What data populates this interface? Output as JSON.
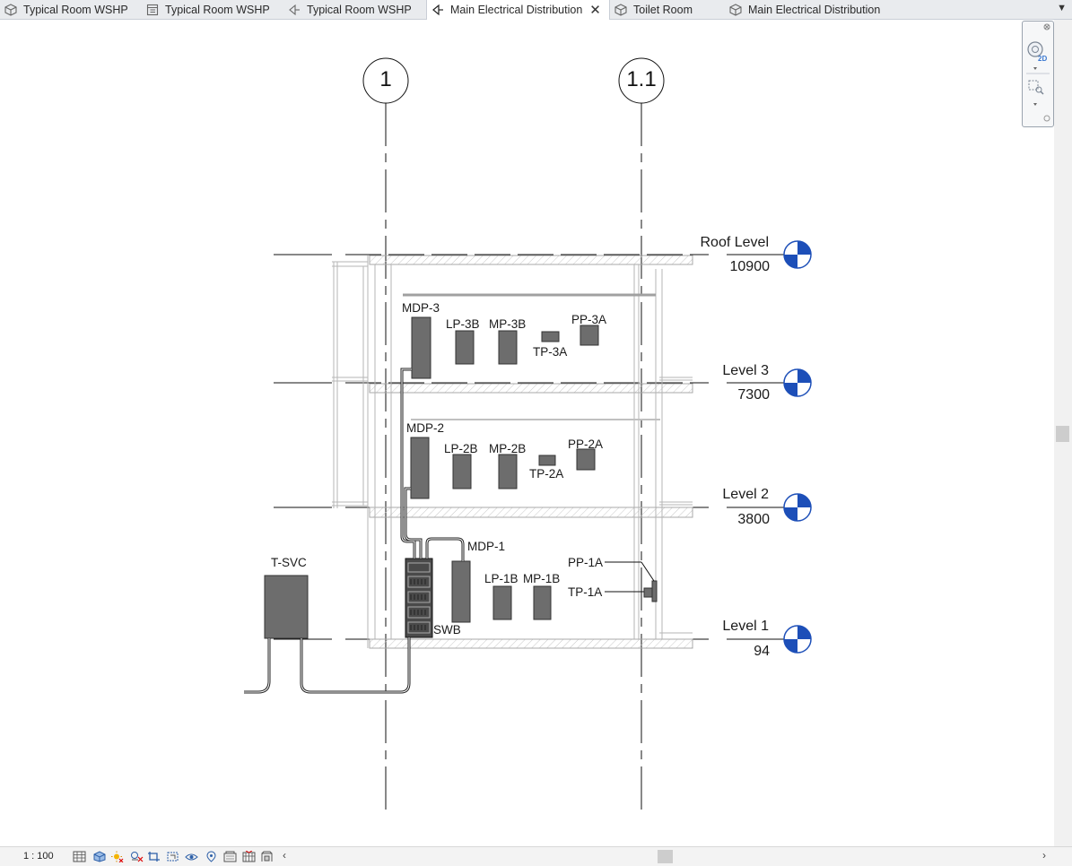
{
  "tabs": [
    {
      "label": "Typical Room WSHP",
      "icon": "3d-view-icon",
      "active": false
    },
    {
      "label": "Typical Room WSHP",
      "icon": "sheet-icon",
      "active": false
    },
    {
      "label": "Typical Room WSHP",
      "icon": "section-view-icon",
      "active": false
    },
    {
      "label": "Main Electrical Distribution",
      "icon": "section-view-icon",
      "active": true,
      "close": "✕"
    },
    {
      "label": "Toilet Room",
      "icon": "3d-view-icon",
      "active": false
    },
    {
      "label": "Main Electrical Distribution",
      "icon": "3d-view-icon",
      "active": false
    }
  ],
  "tab_overflow": "▼",
  "grids": [
    {
      "label": "1"
    },
    {
      "label": "1.1"
    }
  ],
  "levels": [
    {
      "name": "Roof Level",
      "elevation": "10900"
    },
    {
      "name": "Level 3",
      "elevation": "7300"
    },
    {
      "name": "Level 2",
      "elevation": "3800"
    },
    {
      "name": "Level 1",
      "elevation": "94"
    }
  ],
  "equipment": {
    "mdp3": "MDP-3",
    "lp3b": "LP-3B",
    "mp3b": "MP-3B",
    "tp3a": "TP-3A",
    "pp3a": "PP-3A",
    "mdp2": "MDP-2",
    "lp2b": "LP-2B",
    "mp2b": "MP-2B",
    "tp2a": "TP-2A",
    "pp2a": "PP-2A",
    "mdp1": "MDP-1",
    "lp1b": "LP-1B",
    "mp1b": "MP-1B",
    "pp1a": "PP-1A",
    "tp1a": "TP-1A",
    "swb": "SWB",
    "tsvc": "T-SVC"
  },
  "navbar": {
    "steering_wheel": "2D",
    "zoom": "zoom-icon"
  },
  "status": {
    "scale": "1 : 100",
    "icons": [
      "detail-level-icon",
      "visual-style-icon",
      "sun-path-icon",
      "shadows-icon",
      "crop-view-icon",
      "show-crop-icon",
      "temporary-hide-icon",
      "reveal-hidden-icon",
      "analysis-icon",
      "highlight-displacement-icon",
      "locked-3d-icon",
      "worksharing-icon",
      "constraints-icon"
    ],
    "scroll_left": "‹",
    "scroll_right": "›"
  },
  "colors": {
    "level_head_blue": "#1d4fb8",
    "equipment_fill": "#6d6d6d",
    "tab_bg": "#e9ebee"
  }
}
